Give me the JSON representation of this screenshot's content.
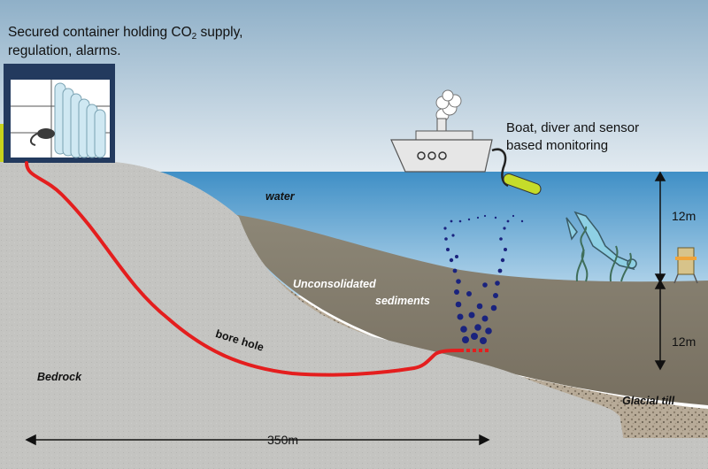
{
  "title": {
    "line1_pre": "Secured container holding CO",
    "line1_sub": "2",
    "line1_post": " supply,",
    "line2": "regulation, alarms."
  },
  "monitoring": {
    "line1": "Boat, diver and sensor",
    "line2": "based monitoring"
  },
  "labels": {
    "water": "water",
    "sediments_line1": "Unconsolidated",
    "sediments_line2": "sediments",
    "bore_hole": "bore hole",
    "bedrock": "Bedrock",
    "glacial_till": "Glacial till",
    "depth_water": "12m",
    "depth_sediment": "12m",
    "distance": "350m"
  },
  "colors": {
    "sky_top": "#8fb0c8",
    "sky_bottom": "#dfe8ef",
    "water_top": "#3f8fc6",
    "water_bottom": "#b5d6ea",
    "bedrock": "#c3c3c0",
    "sediment": "#8a8476",
    "bore_hole": "#e41e1e",
    "bubbles": "#1a237e",
    "container": "#233a5e",
    "cylinders": "#cfe8f2"
  },
  "icons": [
    "container-icon",
    "gas-cylinder-icon",
    "boat-icon",
    "smoke-icon",
    "sensor-probe-icon",
    "diver-icon",
    "seaweed-icon",
    "lander-icon",
    "bubble-plume-icon"
  ]
}
